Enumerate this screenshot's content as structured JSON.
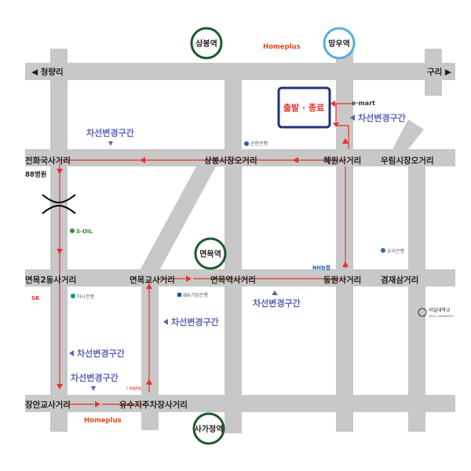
{
  "stations": {
    "sangbong": "상봉역",
    "mangu": "망우역",
    "myeonmok": "면목역",
    "sagajeong": "사가정역"
  },
  "directions": {
    "left": "◀ 청량리",
    "right": "구리 ▶"
  },
  "start_end": "출발 · 종료",
  "intersections": {
    "jeonhwaguk": "전화국사거리",
    "sangbong_market": "상봉시장오거리",
    "hyewon": "혜원사거리",
    "uirim": "우림시장오거리",
    "myeonmok2": "면목2동사거리",
    "myeonmok_school": "면목교사거리",
    "myeonmok_station": "면목역사거리",
    "dongwon": "동원사거리",
    "gyeomjae": "겸재삼거리",
    "jangan": "장안교사거리",
    "yusu": "유수지주차장사거리"
  },
  "lane_change": "차선변경구간",
  "landmarks": {
    "homeplus": "Homeplus",
    "emart": "e·mart",
    "shinhan": "신한은행",
    "hospital88": "88병원",
    "soil": "S-OIL",
    "woori": "우리은행",
    "nh": "NH농협",
    "sk": "SK",
    "hana": "하나은행",
    "ibk": "IBK기업은행",
    "seoil": "서일대학교",
    "seoil_en": "SEOIL UNIVERSITY",
    "ipark": "I PARK"
  },
  "colors": {
    "road": "#c8c8c8",
    "route": "#e8312a",
    "station_ring": "#1c5a2a",
    "start_box": "#23317e",
    "lane_text": "#5b62b8"
  }
}
